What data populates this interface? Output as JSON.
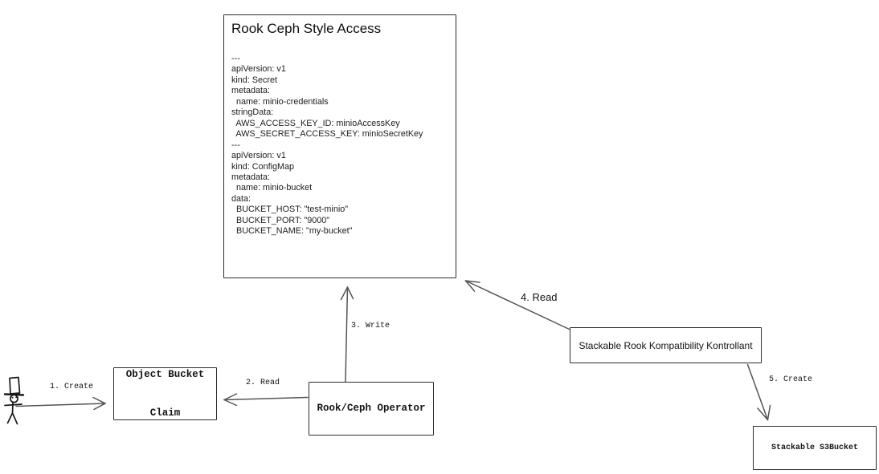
{
  "diagram": {
    "rook_box": {
      "title": "Rook Ceph Style Access",
      "yaml_lines": [
        "---",
        "apiVersion: v1",
        "kind: Secret",
        "metadata:",
        "  name: minio-credentials",
        "stringData:",
        "  AWS_ACCESS_KEY_ID: minioAccessKey",
        "  AWS_SECRET_ACCESS_KEY: minioSecretKey",
        "---",
        "apiVersion: v1",
        "kind: ConfigMap",
        "metadata:",
        "  name: minio-bucket",
        "data:",
        "  BUCKET_HOST: \"test-minio\"",
        "  BUCKET_PORT: \"9000\"",
        "  BUCKET_NAME: \"my-bucket\""
      ]
    },
    "nodes": {
      "object_bucket_claim": {
        "line1": "Object Bucket",
        "line2": "Claim"
      },
      "rook_ceph_operator": {
        "label": "Rook/Ceph Operator"
      },
      "stackable_rook_kontrollant": {
        "label": "Stackable Rook Kompatibility Kontrollant"
      },
      "stackable_s3bucket": {
        "label": "Stackable S3Bucket"
      }
    },
    "edges": [
      {
        "label": "1. Create",
        "from": "user-actor",
        "to": "object-bucket-claim"
      },
      {
        "label": "2. Read",
        "from": "rook-ceph-operator",
        "to": "object-bucket-claim"
      },
      {
        "label": "3. Write",
        "from": "rook-ceph-operator",
        "to": "rook-ceph-style-access"
      },
      {
        "label": "4. Read",
        "from": "stackable-rook-kontrollant",
        "to": "rook-ceph-style-access"
      },
      {
        "label": "5. Create",
        "from": "stackable-rook-kontrollant",
        "to": "stackable-s3bucket"
      }
    ],
    "actor": {
      "icon": "stick-figure-with-top-hat"
    },
    "colors": {
      "background": "#ffffff",
      "box_border": "#2d2d2d",
      "arrow": "#555555",
      "text": "#141414"
    }
  }
}
